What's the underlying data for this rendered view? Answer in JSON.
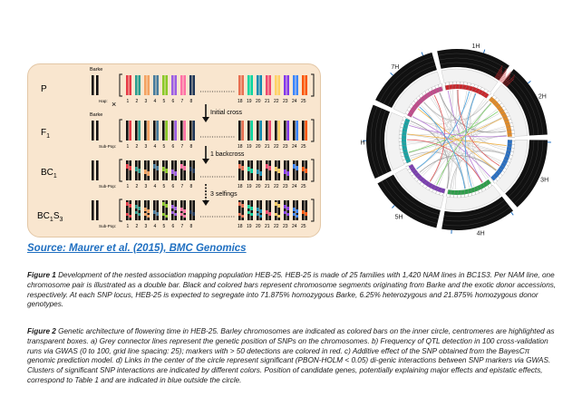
{
  "figure1": {
    "rows": [
      {
        "label": "P",
        "sub": ""
      },
      {
        "label": "F",
        "sub": "1"
      },
      {
        "label": "BC",
        "sub": "1"
      },
      {
        "label": "BC",
        "sub": "1"
      }
    ],
    "bc1s3_extra": "S",
    "bc1s3_extra_sub": "3",
    "barke_label": "Barke",
    "row_tags": [
      "Hap:",
      "Sub-Pop:",
      "Sub-Pop:",
      "Sub-Pop:"
    ],
    "numbers_left": [
      "1",
      "2",
      "3",
      "4",
      "5",
      "6",
      "7",
      "8"
    ],
    "numbers_right": [
      "18",
      "19",
      "20",
      "21",
      "22",
      "23",
      "24",
      "25"
    ],
    "cross_symbol": "×",
    "steps": [
      "Initial cross",
      "1 backcross",
      "3 selfings"
    ]
  },
  "figure2": {
    "chromosomes": [
      "1H",
      "2H",
      "3H",
      "4H",
      "5H",
      "6H",
      "7H"
    ]
  },
  "source": {
    "text": "Source: Maurer et al. (2015), BMC Genomics"
  },
  "caption1": {
    "lead": "Figure 1",
    "body": " Development of the nested association mapping population HEB-25. HEB-25 is made of 25 families with 1,420 NAM lines in BC1S3. Per NAM line, one chromosome pair is illustrated as a double bar. Black and colored bars represent chromosome segments originating from Barke and the exotic donor accessions, respectively. At each SNP locus, HEB-25 is expected to segregate into 71.875% homozygous Barke, 6.25% heterozygous and 21.875% homozygous donor genotypes."
  },
  "caption2": {
    "lead": "Figure 2",
    "body": " Genetic architecture of flowering time in HEB-25. Barley chromosomes are indicated as colored bars on the inner circle, centromeres are highlighted as transparent boxes. a) Grey connector lines represent the genetic position of SNPs on the chromosomes. b) Frequency of QTL detection in 100 cross-validation runs via GWAS (0 to 100, grid line spacing: 25); markers with > 50 detections are colored in red. c) Additive effect of the SNP obtained from the BayesCπ genomic prediction model. d) Links in the center of the circle represent significant (PBON-HOLM < 0.05) di-genic interactions between SNP markers via GWAS. Clusters of significant SNP interactions are indicated by different colors. Position of candidate genes, potentially explaining major effects and epistatic effects, correspond to Table 1 and are indicated in blue outside the circle."
  },
  "colors": {
    "panel_bg": "#f9e6cf",
    "link_blue": "#1f6fc1",
    "ring_black": "#111111",
    "qtl_red": "#c8282d"
  }
}
